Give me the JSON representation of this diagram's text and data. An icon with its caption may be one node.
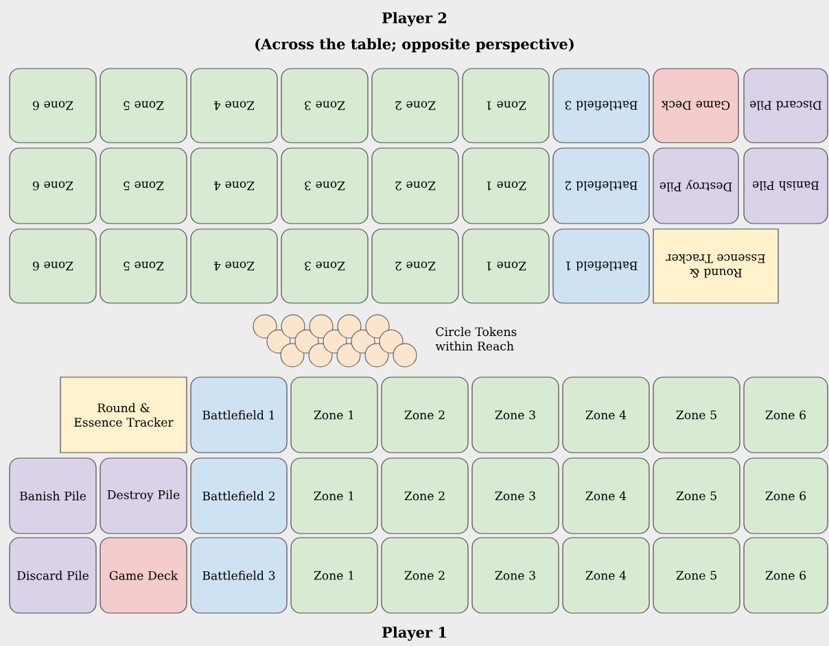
{
  "diagram": {
    "title": "Player 2",
    "nodes": [
      {
        "text": [
          "Zone 6"
        ]
      },
      {
        "text": [
          "Zone 5"
        ]
      },
      {
        "text": [
          "Zone 4"
        ]
      },
      {
        "text": [
          "Zone 3"
        ]
      },
      {
        "text": [
          "Zone 2"
        ]
      },
      {
        "text": [
          "Zone 1"
        ]
      },
      {
        "text": [
          "Battlefield 3"
        ]
      },
      {
        "text": [
          "Game Deck"
        ]
      },
      {
        "text": [
          "Discard Pile"
        ]
      },
      {
        "text": [
          "Zone 6"
        ]
      },
      {
        "text": [
          "Zone 5"
        ]
      },
      {
        "text": [
          "Zone 4"
        ]
      },
      {
        "text": [
          "Zone 3"
        ]
      },
      {
        "text": [
          "Zone 2"
        ]
      },
      {
        "text": [
          "Zone 1"
        ]
      },
      {
        "text": [
          "Battlefield 2"
        ]
      },
      {
        "text": [
          "Destroy Pile"
        ]
      },
      {
        "text": [
          "Banish Pile"
        ]
      },
      {
        "text": [
          "Zone 6"
        ]
      },
      {
        "text": [
          "Zone 5"
        ]
      },
      {
        "text": [
          "Zone 4"
        ]
      },
      {
        "text": [
          "Zone 3"
        ]
      },
      {
        "text": [
          "Zone 2"
        ]
      },
      {
        "text": [
          "Zone 1"
        ]
      },
      {
        "text": [
          "Battlefield 1"
        ]
      },
      {
        "text": [
          "Round & Essence Tracker"
        ]
      },
      {
        "text": [
          "Round & Essence Tracker"
        ]
      },
      {
        "text": [
          "Battlefield 1"
        ]
      },
      {
        "text": [
          "Zone 1"
        ]
      },
      {
        "text": [
          "Zone 2"
        ]
      },
      {
        "text": [
          "Zone 3"
        ]
      },
      {
        "text": [
          "Zone 4"
        ]
      },
      {
        "text": [
          "Zone 5"
        ]
      },
      {
        "text": [
          "Zone 6"
        ]
      },
      {
        "text": [
          "Banish Pile"
        ]
      },
      {
        "text": [
          "Destroy Pile"
        ]
      },
      {
        "text": [
          "Battlefield 2"
        ]
      },
      {
        "text": [
          "Zone 1"
        ]
      },
      {
        "text": [
          "Zone 2"
        ]
      },
      {
        "text": [
          "Zone 3"
        ]
      },
      {
        "text": [
          "Zone 4"
        ]
      },
      {
        "text": [
          "Zone 5"
        ]
      },
      {
        "text": [
          "Zone 6"
        ]
      },
      {
        "text": [
          "Discard Pile"
        ]
      },
      {
        "text": [
          "Game Deck"
        ]
      },
      {
        "text": [
          "Battlefield 3"
        ]
      },
      {
        "text": [
          "Zone 1"
        ]
      },
      {
        "text": [
          "Zone 2"
        ]
      },
      {
        "text": [
          "Zone 3"
        ]
      },
      {
        "text": [
          "Zone 4"
        ]
      },
      {
        "text": [
          "Zone 5"
        ]
      },
      {
        "text": [
          "Zone 6"
        ]
      }
    ],
    "labels": [
      "(Across the table; opposite perspective)",
      "Circle Tokens within Reach",
      "Player 1"
    ]
  }
}
